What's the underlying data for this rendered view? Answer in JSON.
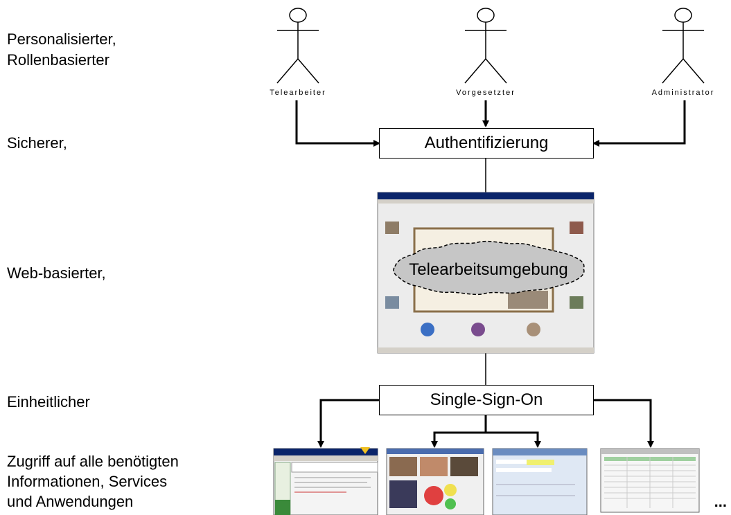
{
  "left_column": {
    "line1": "Personalisierter,",
    "line2": "Rollenbasierter",
    "line3": "Sicherer,",
    "line4": "Web-basierter,",
    "line5": "Einheitlicher",
    "line6": "Zugriff auf alle benötigten",
    "line7": "Informationen, Services",
    "line8": "und Anwendungen"
  },
  "actors": {
    "telearbeiter": "Telearbeiter",
    "vorgesetzter": "Vorgesetzter",
    "administrator": "Administrator"
  },
  "boxes": {
    "auth": "Authentifizierung",
    "sso": "Single-Sign-On"
  },
  "cloud": {
    "label": "Telearbeitsumgebung"
  },
  "trailing": "...",
  "colors": {
    "cloud_fill": "#c6c6c6",
    "screenshot_bg": "#ececec",
    "title_bar": "#0a246a"
  }
}
